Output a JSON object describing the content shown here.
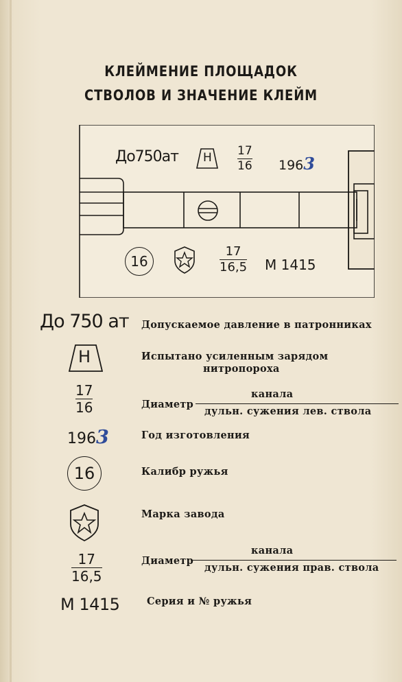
{
  "title": {
    "line1": "КЛЕЙМЕНИЕ ПЛОЩАДОК",
    "line2": "СТВОЛОВ И ЗНАЧЕНИЕ КЛЕЙМ"
  },
  "diagram": {
    "pressure": "До750ат",
    "proof_letter": "Н",
    "left_barrel_fraction": {
      "top": "17",
      "bottom": "16"
    },
    "year_printed": "196",
    "year_handwritten": "3",
    "caliber": "16",
    "right_barrel_fraction": {
      "top": "17",
      "bottom": "16,5"
    },
    "serial": "М 1415"
  },
  "legend": [
    {
      "symbol": "До 750 ат",
      "text": "Допускаемое давление в патронниках"
    },
    {
      "symbol": "Н",
      "text_line1": "Испытано усиленным зарядом",
      "text_line2": "нитропороха"
    },
    {
      "symbol_top": "17",
      "symbol_bottom": "16",
      "label": "Диаметр",
      "numerator": "канала",
      "denominator": "дульн. сужения лев. ствола"
    },
    {
      "symbol_printed": "196",
      "symbol_handwritten": "3",
      "text": "Год изготовления"
    },
    {
      "symbol": "16",
      "text": "Калибр ружья"
    },
    {
      "symbol": "star-shield",
      "text": "Марка завода"
    },
    {
      "symbol_top": "17",
      "symbol_bottom": "16,5",
      "label": "Диаметр",
      "numerator": "канала",
      "denominator": "дульн. сужения прав. ствола"
    },
    {
      "symbol": "М 1415",
      "text": "Серия и № ружья"
    }
  ]
}
